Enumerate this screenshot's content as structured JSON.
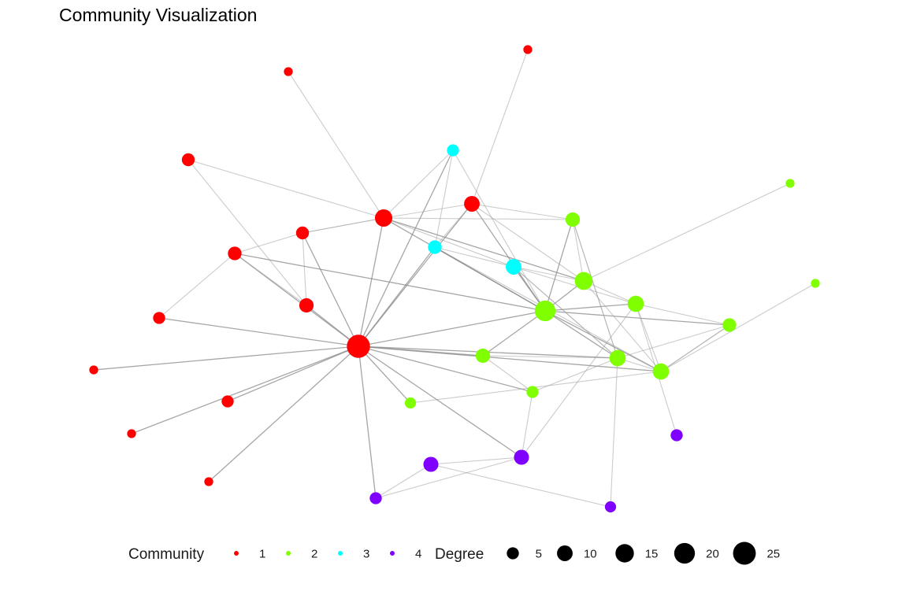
{
  "title": "Community Visualization",
  "legend": {
    "community_title": "Community",
    "community_entries": [
      {
        "label": "1",
        "color": "#ff0000"
      },
      {
        "label": "2",
        "color": "#80ff00"
      },
      {
        "label": "3",
        "color": "#00ffff"
      },
      {
        "label": "4",
        "color": "#8000ff"
      }
    ],
    "degree_title": "Degree",
    "degree_entries": [
      {
        "label": "5",
        "degree": 5
      },
      {
        "label": "10",
        "degree": 10
      },
      {
        "label": "15",
        "degree": 15
      },
      {
        "label": "20",
        "degree": 20
      },
      {
        "label": "25",
        "degree": 25
      }
    ]
  },
  "colors": {
    "community_1": "#ff0000",
    "community_2": "#80ff00",
    "community_3": "#00ffff",
    "community_4": "#8000ff",
    "edge": "#a0a0a0",
    "edge_strong": "#888888"
  },
  "graph": {
    "nodes": [
      {
        "id": "n1",
        "community": 1,
        "degree": 26
      },
      {
        "id": "n2",
        "community": 1,
        "degree": 13
      },
      {
        "id": "n3",
        "community": 1,
        "degree": 10
      },
      {
        "id": "n4",
        "community": 1,
        "degree": 8
      },
      {
        "id": "n5",
        "community": 1,
        "degree": 7
      },
      {
        "id": "n6",
        "community": 1,
        "degree": 6
      },
      {
        "id": "n7",
        "community": 1,
        "degree": 6
      },
      {
        "id": "n8",
        "community": 1,
        "degree": 5
      },
      {
        "id": "n9",
        "community": 1,
        "degree": 5
      },
      {
        "id": "n10",
        "community": 1,
        "degree": 2
      },
      {
        "id": "n11",
        "community": 1,
        "degree": 2
      },
      {
        "id": "n12",
        "community": 1,
        "degree": 2
      },
      {
        "id": "n13",
        "community": 1,
        "degree": 2
      },
      {
        "id": "n14",
        "community": 1,
        "degree": 2
      },
      {
        "id": "n15",
        "community": 2,
        "degree": 20
      },
      {
        "id": "n16",
        "community": 2,
        "degree": 14
      },
      {
        "id": "n17",
        "community": 2,
        "degree": 11
      },
      {
        "id": "n18",
        "community": 2,
        "degree": 11
      },
      {
        "id": "n19",
        "community": 2,
        "degree": 11
      },
      {
        "id": "n20",
        "community": 2,
        "degree": 8
      },
      {
        "id": "n21",
        "community": 2,
        "degree": 8
      },
      {
        "id": "n22",
        "community": 2,
        "degree": 7
      },
      {
        "id": "n23",
        "community": 2,
        "degree": 5
      },
      {
        "id": "n24",
        "community": 2,
        "degree": 4
      },
      {
        "id": "n25",
        "community": 2,
        "degree": 2
      },
      {
        "id": "n26",
        "community": 2,
        "degree": 2
      },
      {
        "id": "n27",
        "community": 3,
        "degree": 10
      },
      {
        "id": "n28",
        "community": 3,
        "degree": 7
      },
      {
        "id": "n29",
        "community": 3,
        "degree": 5
      },
      {
        "id": "n30",
        "community": 4,
        "degree": 9
      },
      {
        "id": "n31",
        "community": 4,
        "degree": 9
      },
      {
        "id": "n32",
        "community": 4,
        "degree": 5
      },
      {
        "id": "n33",
        "community": 4,
        "degree": 5
      },
      {
        "id": "n34",
        "community": 4,
        "degree": 4
      }
    ],
    "edges": [
      [
        "n1",
        "n2"
      ],
      [
        "n1",
        "n3"
      ],
      [
        "n1",
        "n4"
      ],
      [
        "n1",
        "n5"
      ],
      [
        "n1",
        "n6"
      ],
      [
        "n1",
        "n8"
      ],
      [
        "n1",
        "n10"
      ],
      [
        "n1",
        "n11"
      ],
      [
        "n1",
        "n15"
      ],
      [
        "n1",
        "n18"
      ],
      [
        "n1",
        "n23"
      ],
      [
        "n1",
        "n24"
      ],
      [
        "n1",
        "n28"
      ],
      [
        "n1",
        "n29"
      ],
      [
        "n1",
        "n30"
      ],
      [
        "n1",
        "n32"
      ],
      [
        "n1",
        "n17"
      ],
      [
        "n1",
        "n21"
      ],
      [
        "n2",
        "n6"
      ],
      [
        "n2",
        "n7"
      ],
      [
        "n2",
        "n12"
      ],
      [
        "n2",
        "n3"
      ],
      [
        "n2",
        "n15"
      ],
      [
        "n2",
        "n16"
      ],
      [
        "n2",
        "n27"
      ],
      [
        "n2",
        "n29"
      ],
      [
        "n2",
        "n20"
      ],
      [
        "n3",
        "n15"
      ],
      [
        "n3",
        "n16"
      ],
      [
        "n3",
        "n20"
      ],
      [
        "n3",
        "n28"
      ],
      [
        "n3",
        "n13"
      ],
      [
        "n4",
        "n5"
      ],
      [
        "n4",
        "n6"
      ],
      [
        "n4",
        "n7"
      ],
      [
        "n5",
        "n6"
      ],
      [
        "n5",
        "n15"
      ],
      [
        "n5",
        "n8"
      ],
      [
        "n6",
        "n2"
      ],
      [
        "n9",
        "n1"
      ],
      [
        "n15",
        "n16"
      ],
      [
        "n15",
        "n17"
      ],
      [
        "n15",
        "n19"
      ],
      [
        "n15",
        "n20"
      ],
      [
        "n15",
        "n22"
      ],
      [
        "n15",
        "n18"
      ],
      [
        "n15",
        "n21"
      ],
      [
        "n15",
        "n27"
      ],
      [
        "n16",
        "n17"
      ],
      [
        "n16",
        "n19"
      ],
      [
        "n16",
        "n20"
      ],
      [
        "n16",
        "n27"
      ],
      [
        "n16",
        "n25"
      ],
      [
        "n17",
        "n19"
      ],
      [
        "n17",
        "n18"
      ],
      [
        "n17",
        "n22"
      ],
      [
        "n17",
        "n26"
      ],
      [
        "n17",
        "n28"
      ],
      [
        "n19",
        "n30"
      ],
      [
        "n19",
        "n22"
      ],
      [
        "n19",
        "n27"
      ],
      [
        "n19",
        "n33"
      ],
      [
        "n18",
        "n22"
      ],
      [
        "n18",
        "n21"
      ],
      [
        "n18",
        "n34"
      ],
      [
        "n18",
        "n27"
      ],
      [
        "n20",
        "n18"
      ],
      [
        "n20",
        "n18"
      ],
      [
        "n21",
        "n23"
      ],
      [
        "n23",
        "n18"
      ],
      [
        "n22",
        "n17"
      ],
      [
        "n27",
        "n28"
      ],
      [
        "n27",
        "n18"
      ],
      [
        "n28",
        "n29"
      ],
      [
        "n28",
        "n15"
      ],
      [
        "n29",
        "n15"
      ],
      [
        "n30",
        "n31"
      ],
      [
        "n30",
        "n32"
      ],
      [
        "n30",
        "n23"
      ],
      [
        "n31",
        "n32"
      ],
      [
        "n31",
        "n34"
      ],
      [
        "n24",
        "n17"
      ]
    ]
  }
}
